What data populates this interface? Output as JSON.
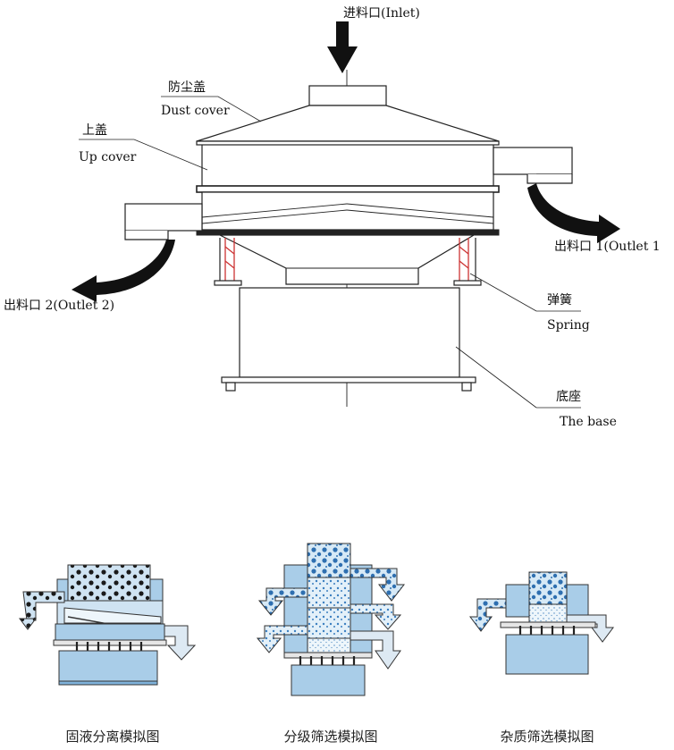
{
  "labels": {
    "inlet": "进料口(Inlet)",
    "dust_cover_cn": "防尘盖",
    "dust_cover_en": "Dust cover",
    "up_cover_cn": "上盖",
    "up_cover_en": "Up cover",
    "outlet1": "出料口 1(Outlet 1",
    "outlet2": "出料口 2(Outlet 2)",
    "spring_cn": "弹簧",
    "spring_en": "Spring",
    "base_cn": "底座",
    "base_en": "The base"
  },
  "captions": {
    "solid_liquid": "固液分离模拟图",
    "grading": "分级筛选模拟图",
    "impurity": "杂质筛选模拟图"
  },
  "colors": {
    "line": "#222222",
    "fill_blue": "#a9cde8",
    "fill_blue_dark": "#7fb3dc",
    "arrow": "#111111",
    "spring": "#cc3333"
  }
}
